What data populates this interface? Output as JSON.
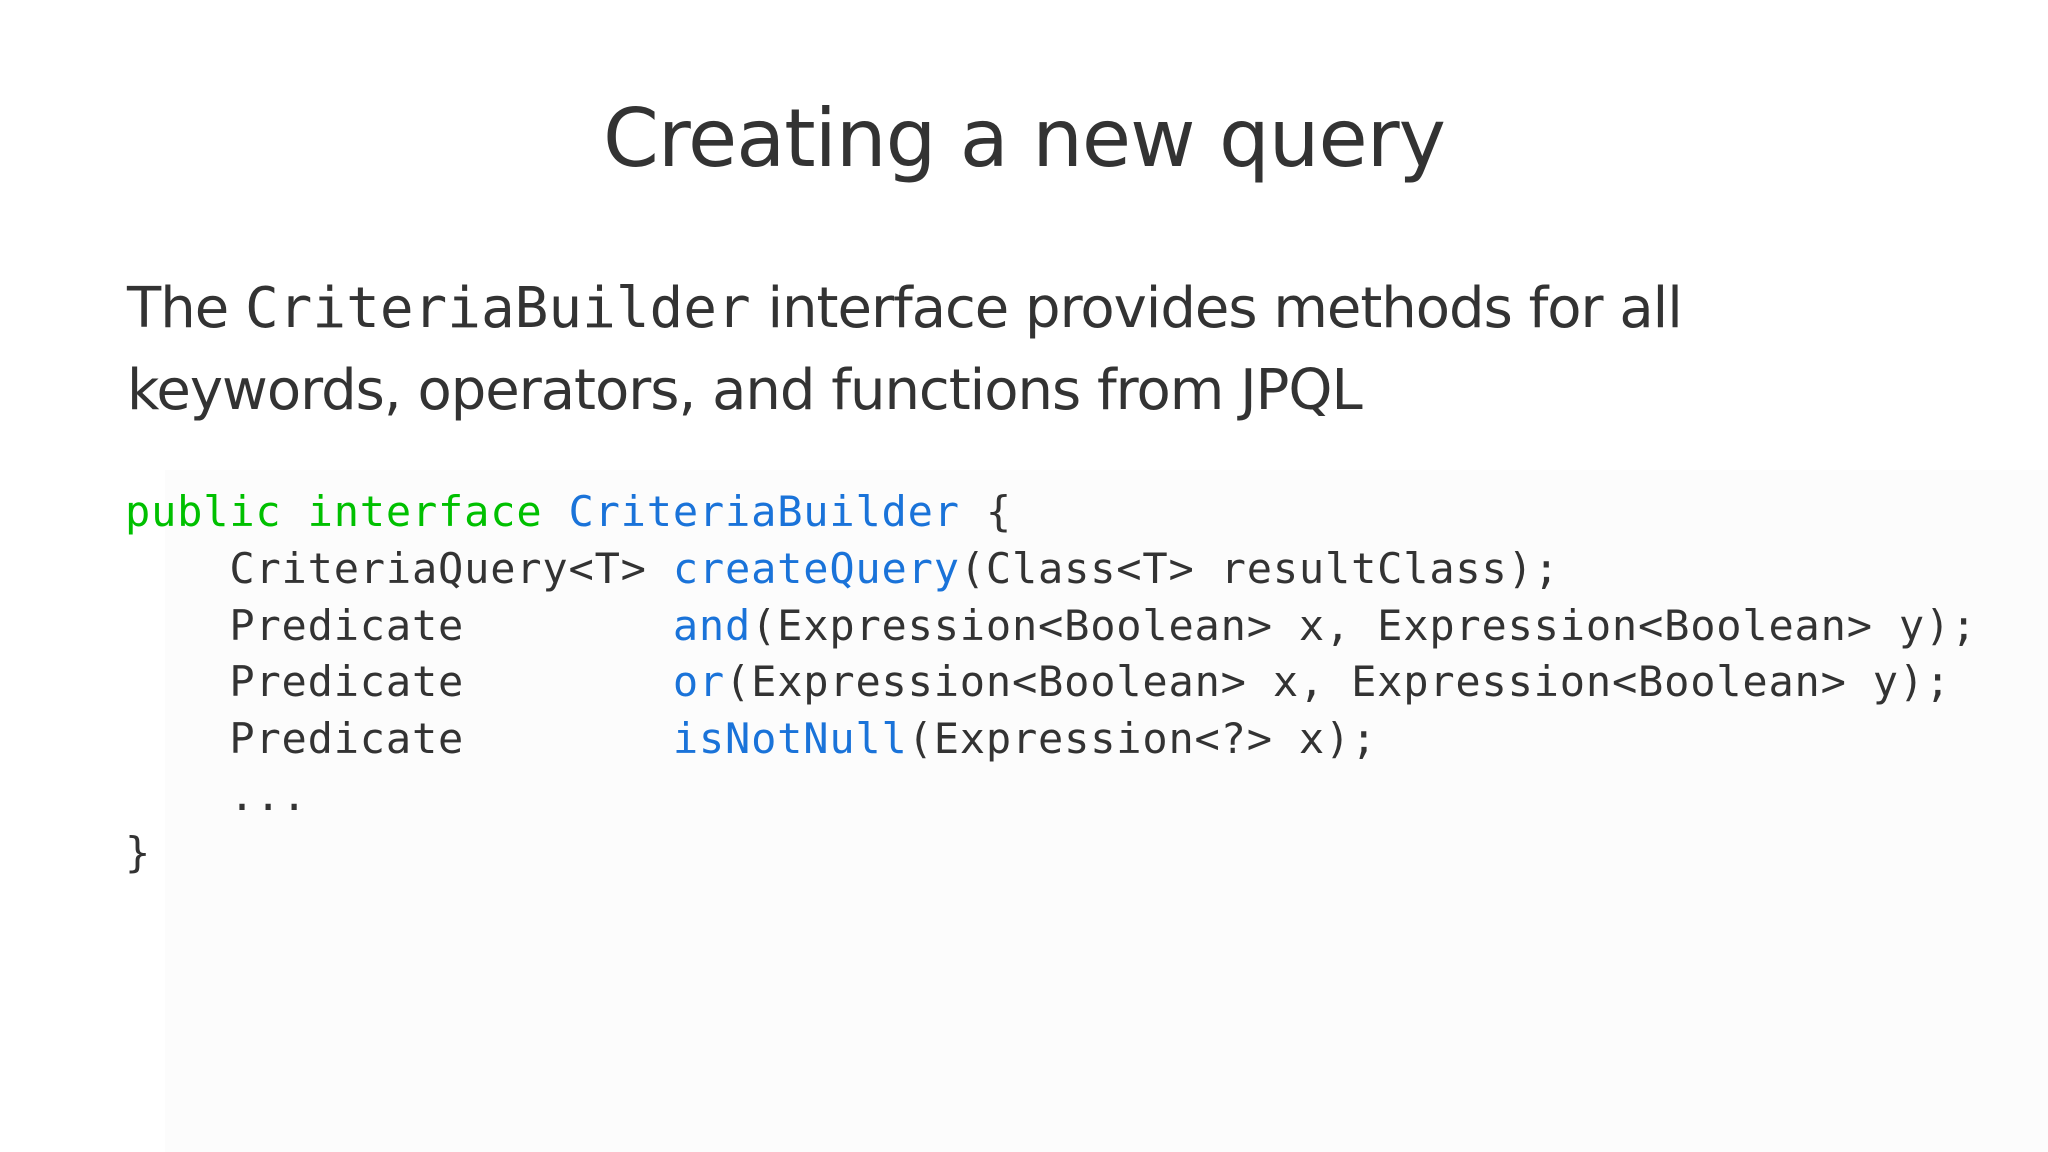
{
  "slide": {
    "title": "Creating a new query",
    "intro": {
      "text_before": "The ",
      "code_term": "CriteriaBuilder",
      "text_after": " interface provides methods for all keywords, operators, and functions from JPQL"
    },
    "code": {
      "line1": {
        "kw_public": "public",
        "kw_interface": "interface",
        "type_name": "CriteriaBuilder",
        "brace": "{"
      },
      "line2": {
        "indent": "    ",
        "return_type": "CriteriaQuery<T> ",
        "method": "createQuery",
        "params": "(Class<T> resultClass);"
      },
      "line3": {
        "indent": "    ",
        "return_type": "Predicate        ",
        "method": "and",
        "params": "(Expression<Boolean> x, Expression<Boolean> y);"
      },
      "line4": {
        "indent": "    ",
        "return_type": "Predicate        ",
        "method": "or",
        "params": "(Expression<Boolean> x, Expression<Boolean> y);"
      },
      "line5": {
        "indent": "    ",
        "return_type": "Predicate        ",
        "method": "isNotNull",
        "params": "(Expression<?> x);"
      },
      "line6": {
        "indent": "    ",
        "ellipsis": "..."
      },
      "line7": {
        "brace": "}"
      }
    },
    "colors": {
      "text": "#333333",
      "keyword": "#00c000",
      "identifier": "#1a73d9",
      "background": "#ffffff"
    }
  }
}
